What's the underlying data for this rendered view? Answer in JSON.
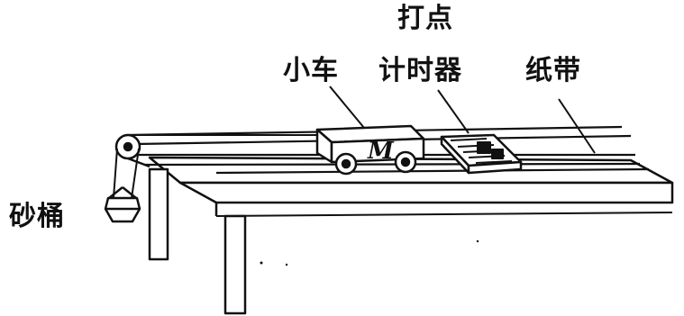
{
  "labels": {
    "timer_line1": "打点",
    "timer_line2": "计时器",
    "cart": "小车",
    "tape": "纸带",
    "bucket": "砂桶",
    "mass": "M"
  },
  "colors": {
    "ink": "#111111",
    "paper": "#ffffff"
  }
}
